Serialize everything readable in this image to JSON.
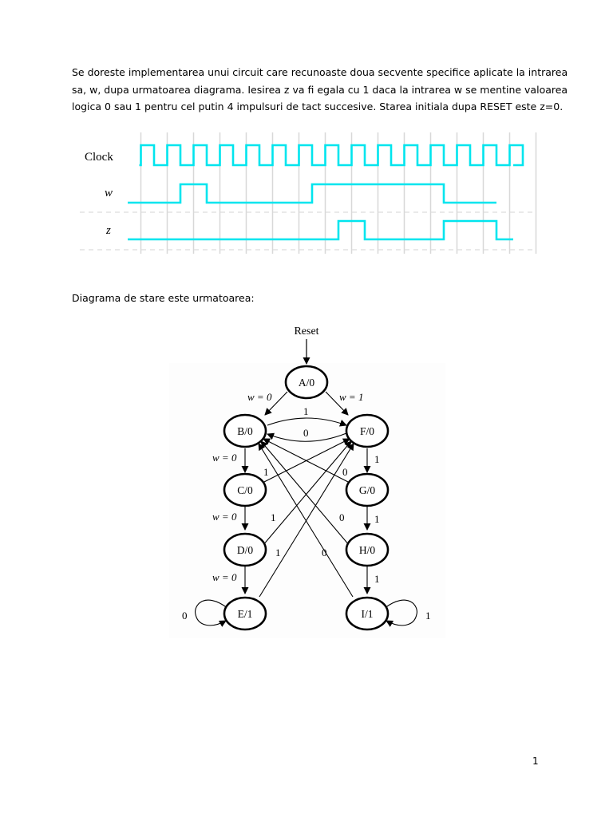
{
  "intro": {
    "lines": [
      "Se doreste implementarea unui circuit care recunoaste doua secvente specifice aplicate la intrarea",
      "sa, w, dupa urmatoarea diagrama. Iesirea z va fi egala cu 1 daca la intrarea w se mentine valoarea",
      "logica 0 sau 1 pentru cel putin 4 impulsuri de tact succesive. Starea initiala dupa RESET este z=0."
    ]
  },
  "timing": {
    "signals": [
      {
        "label": "Clock",
        "italic": false
      },
      {
        "label": "w",
        "italic": true
      },
      {
        "label": "z",
        "italic": true
      }
    ],
    "w_levels": [
      0,
      0,
      1,
      0,
      0,
      0,
      0,
      1,
      1,
      1,
      1,
      1,
      0,
      0
    ],
    "z_levels": [
      0,
      0,
      0,
      0,
      0,
      0,
      0,
      0,
      1,
      0,
      0,
      0,
      1,
      1,
      0
    ],
    "color": "#00e5ee"
  },
  "state_heading": "Diagrama de stare este urmatoarea:",
  "diagram": {
    "reset": "Reset",
    "states": {
      "A": "A/0",
      "B": "B/0",
      "C": "C/0",
      "D": "D/0",
      "E": "E/1",
      "F": "F/0",
      "G": "G/0",
      "H": "H/0",
      "I": "I/1"
    },
    "labels": {
      "w0": "w = 0",
      "w1": "w = 1",
      "one": "1",
      "zero": "0"
    }
  },
  "page_number": "1"
}
